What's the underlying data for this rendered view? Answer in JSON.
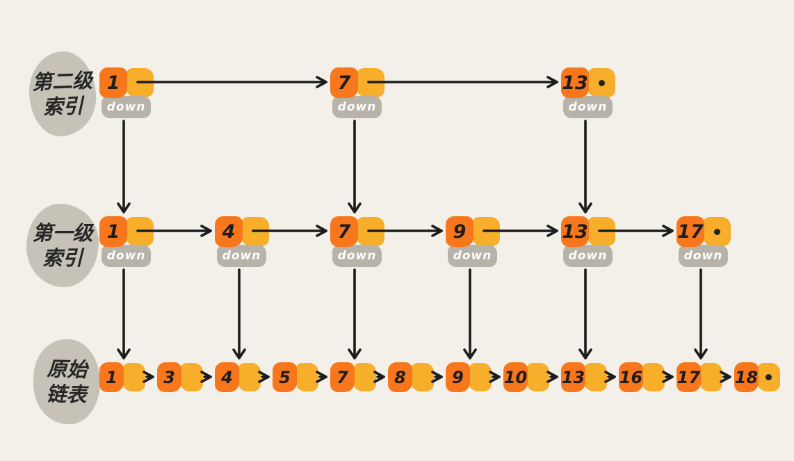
{
  "diagram": "skip-list",
  "labels": {
    "down": "down"
  },
  "colors": {
    "background": "#f2f0e9",
    "value_square": "#f8771c",
    "pointer_square": "#f6ae2b",
    "label_blob": "#c6c2b8",
    "down_box": "#b7b3a8",
    "ink": "#1c1c1c",
    "down_text": "#fdfdfd"
  },
  "rows": [
    {
      "name": "second-level-index",
      "label_lines": [
        "第二级",
        "索引"
      ],
      "kind": "index",
      "nodes": [
        {
          "value": "1",
          "col": 0
        },
        {
          "value": "7",
          "col": 4
        },
        {
          "value": "13",
          "col": 8,
          "end": true
        }
      ]
    },
    {
      "name": "first-level-index",
      "label_lines": [
        "第一级",
        "索引"
      ],
      "kind": "index",
      "nodes": [
        {
          "value": "1",
          "col": 0
        },
        {
          "value": "4",
          "col": 2
        },
        {
          "value": "7",
          "col": 4
        },
        {
          "value": "9",
          "col": 6
        },
        {
          "value": "13",
          "col": 8
        },
        {
          "value": "17",
          "col": 10,
          "end": true
        }
      ]
    },
    {
      "name": "original-linked-list",
      "label_lines": [
        "原始",
        "链表"
      ],
      "kind": "list",
      "nodes": [
        {
          "value": "1",
          "col": 0
        },
        {
          "value": "3",
          "col": 1
        },
        {
          "value": "4",
          "col": 2
        },
        {
          "value": "5",
          "col": 3
        },
        {
          "value": "7",
          "col": 4
        },
        {
          "value": "8",
          "col": 5
        },
        {
          "value": "9",
          "col": 6
        },
        {
          "value": "10",
          "col": 7
        },
        {
          "value": "13",
          "col": 8
        },
        {
          "value": "16",
          "col": 9
        },
        {
          "value": "17",
          "col": 10
        },
        {
          "value": "18",
          "col": 11,
          "end": true
        }
      ]
    }
  ]
}
